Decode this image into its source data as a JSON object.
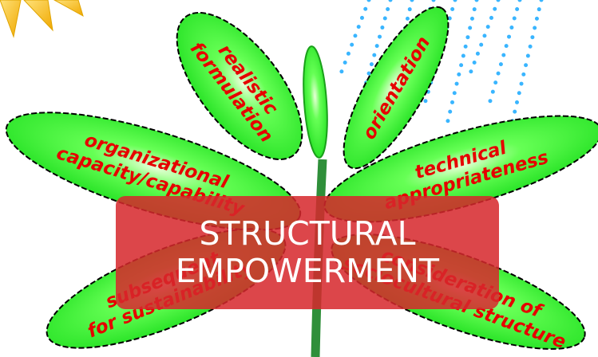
{
  "colors": {
    "leaf_fill": "#2cf02c",
    "leaf_outline": "#000000",
    "stem": "#2f8f3a",
    "sun": "#f2b705",
    "rain": "#39b5ff",
    "leaf_text": "#e60000",
    "banner": "#d6282c"
  },
  "icons": {
    "sun": "sun-icon",
    "rain": "rain-icon"
  },
  "leaves": {
    "realistic": {
      "lines": [
        "realistic",
        "formulation"
      ]
    },
    "orientation": {
      "lines": [
        "orientation"
      ]
    },
    "organizational": {
      "lines": [
        "organizational",
        "capacity/capability"
      ]
    },
    "technical": {
      "lines": [
        "technical",
        "appropriateness"
      ]
    },
    "sustainability": {
      "lines": [
        "subsequent",
        "for sustainability"
      ]
    },
    "sociocultural": {
      "lines": [
        "consideration of",
        "sociocultural structure"
      ]
    }
  },
  "banner": {
    "line1": "STRUCTURAL",
    "line2": "EMPOWERMENT"
  }
}
